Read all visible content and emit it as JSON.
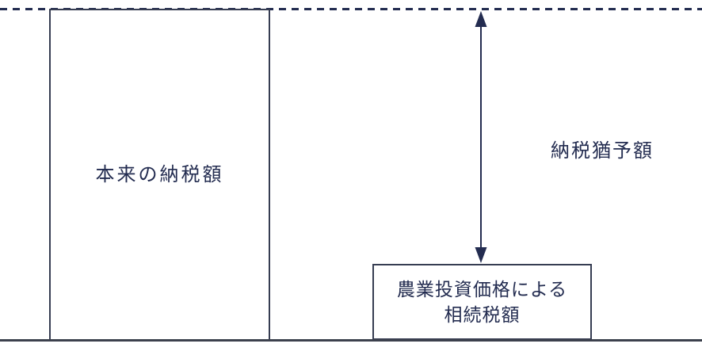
{
  "diagram": {
    "original_tax_box": {
      "label": "本来の納税額"
    },
    "deferral_arrow_label": "納税猶予額",
    "agri_price_tax_box": {
      "line1": "農業投資価格による",
      "line2": "相続税額"
    },
    "icons": {
      "deferral_arrow": "double-headed-vertical-arrow"
    },
    "colors": {
      "ink": "#232c50",
      "line": "#3c414d",
      "border": "#363d52",
      "background": "#ffffff"
    }
  }
}
